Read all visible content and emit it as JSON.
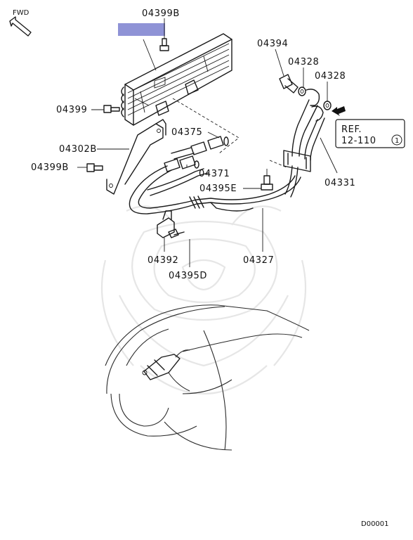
{
  "fwd_label": "FWD",
  "parts": {
    "p04399B_top": "04399B",
    "p04394": "04394",
    "p04328_a": "04328",
    "p04328_b": "04328",
    "p04399": "04399",
    "p04375": "04375",
    "p04302B": "04302B",
    "p04371": "04371",
    "p04399B_left": "04399B",
    "p04395E": "04395E",
    "p04331": "04331",
    "p04392": "04392",
    "p04327": "04327",
    "p04395D": "04395D"
  },
  "ref": {
    "line1": "REF.",
    "line2": "12-110",
    "circle": "1"
  },
  "diagram_code": "D00001",
  "colors": {
    "highlight": "#8f93d6"
  }
}
